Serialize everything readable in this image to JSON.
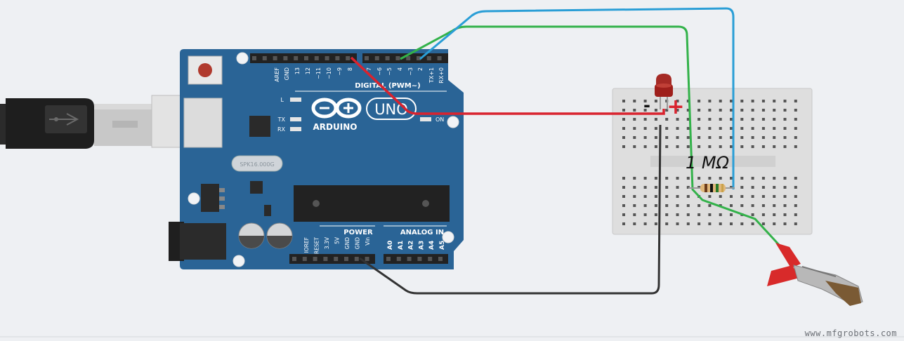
{
  "board": {
    "brand": "ARDUINO",
    "model": "UNO",
    "digital_header_label": "DIGITAL (PWM~)",
    "power_label": "POWER",
    "analog_label": "ANALOG IN",
    "on_label": "ON",
    "led_l_label": "L",
    "led_tx_label": "TX",
    "led_rx_label": "RX",
    "crystal_label": "SPK16.000G",
    "digital_pins": [
      "AREF",
      "GND",
      "13",
      "12",
      "~11",
      "~10",
      "~9",
      "8",
      "7",
      "~6",
      "~5",
      "4",
      "~3",
      "2",
      "TX+1",
      "RX+0"
    ],
    "power_pins": [
      "IOREF",
      "RESET",
      "3.3V",
      "5V",
      "GND",
      "GND",
      "Vin"
    ],
    "analog_pins": [
      "A0",
      "A1",
      "A2",
      "A3",
      "A4",
      "A5"
    ]
  },
  "breadboard": {
    "minus_label": "-",
    "plus_label": "+",
    "resistor_label": "1 MΩ"
  },
  "wires": [
    {
      "name": "red-wire",
      "color": "#d9232e"
    },
    {
      "name": "green-wire",
      "color": "#33b24a"
    },
    {
      "name": "blue-wire",
      "color": "#2a9ed6"
    },
    {
      "name": "black-wire",
      "color": "#333333"
    }
  ],
  "components": {
    "led": "red-led-icon",
    "resistor": "resistor-icon",
    "clip": "alligator-clip-icon",
    "usb": "usb-cable-icon"
  },
  "watermark": "www.mfgrobots.com"
}
